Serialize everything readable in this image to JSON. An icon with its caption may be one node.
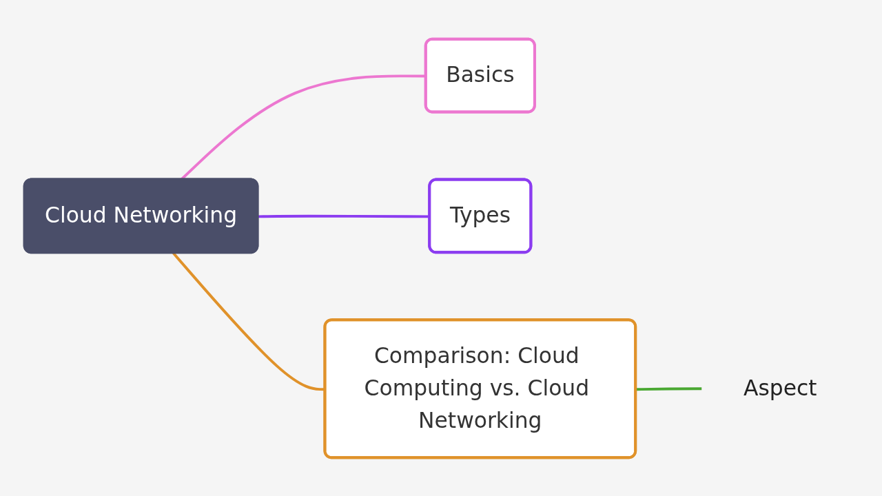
{
  "diagram": {
    "nodes": [
      {
        "text": [
          "Cloud Networking"
        ]
      },
      {
        "text": [
          "Basics"
        ]
      },
      {
        "text": [
          "Types"
        ]
      },
      {
        "text": [
          "Comparison: Cloud Computing vs. Cloud Networking"
        ]
      },
      {
        "text": [
          "Aspect"
        ]
      }
    ],
    "edges": [
      {
        "from": 0,
        "to": 1,
        "arrow": "none",
        "color": "#ec77d0"
      },
      {
        "from": 0,
        "to": 2,
        "arrow": "none",
        "color": "#8b3cf0"
      },
      {
        "from": 0,
        "to": 3,
        "arrow": "none",
        "color": "#e0922a"
      },
      {
        "from": 3,
        "to": 4,
        "arrow": "none",
        "color": "#4aa832"
      }
    ]
  }
}
